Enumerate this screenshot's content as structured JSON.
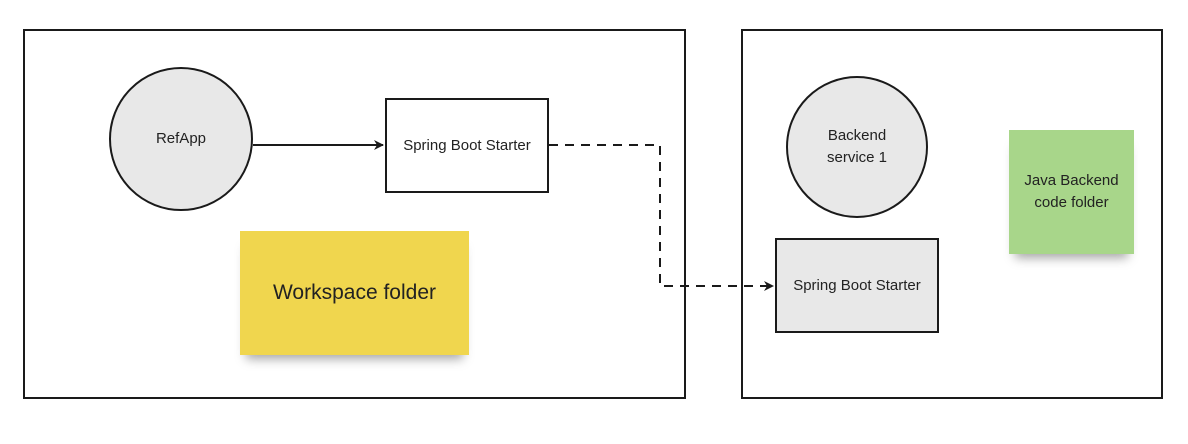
{
  "nodes": {
    "refapp": "RefApp",
    "starter_left": "Spring Boot Starter",
    "backend_service": "Backend service 1",
    "starter_right": "Spring Boot Starter"
  },
  "notes": {
    "workspace": "Workspace folder",
    "java_backend": "Java Backend code folder"
  },
  "edges": [
    {
      "from": "refapp",
      "to": "starter_left",
      "style": "solid"
    },
    {
      "from": "starter_left",
      "to": "starter_right",
      "style": "dashed"
    }
  ],
  "colors": {
    "stroke": "#1a1a1a",
    "node_fill": "#e8e8e8",
    "workspace_note": "#f0d64e",
    "java_note": "#a8d68a"
  }
}
